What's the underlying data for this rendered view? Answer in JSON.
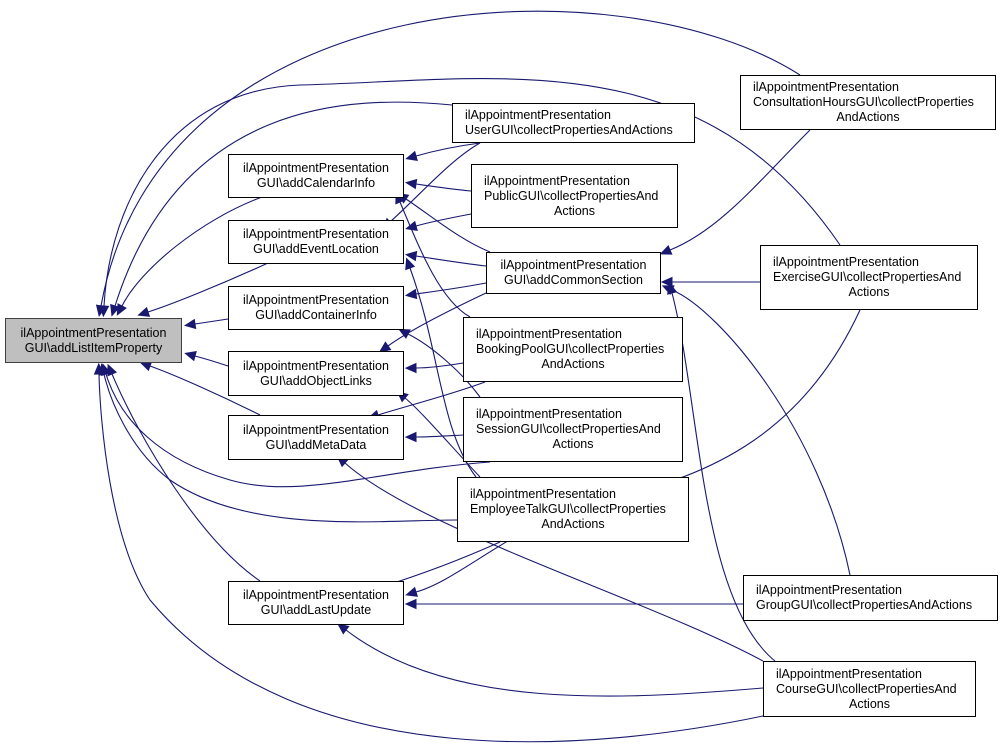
{
  "diagram": {
    "type": "call-graph",
    "colors": {
      "edge": "#191970",
      "root_fill": "#bfbfbf",
      "node_fill": "#ffffff",
      "border": "#000000"
    },
    "nodes": {
      "root": {
        "line1": "ilAppointmentPresentation",
        "line2": "GUI\\addListItemProperty",
        "line3": ""
      },
      "calendar": {
        "line1": "ilAppointmentPresentation",
        "line2": "GUI\\addCalendarInfo",
        "line3": ""
      },
      "event": {
        "line1": "ilAppointmentPresentation",
        "line2": "GUI\\addEventLocation",
        "line3": ""
      },
      "container": {
        "line1": "ilAppointmentPresentation",
        "line2": "GUI\\addContainerInfo",
        "line3": ""
      },
      "objlinks": {
        "line1": "ilAppointmentPresentation",
        "line2": "GUI\\addObjectLinks",
        "line3": ""
      },
      "meta": {
        "line1": "ilAppointmentPresentation",
        "line2": "GUI\\addMetaData",
        "line3": ""
      },
      "lastupdate": {
        "line1": "ilAppointmentPresentation",
        "line2": "GUI\\addLastUpdate",
        "line3": ""
      },
      "common": {
        "line1": "ilAppointmentPresentation",
        "line2": "GUI\\addCommonSection",
        "line3": ""
      },
      "user": {
        "line1": "ilAppointmentPresentation",
        "line2": "UserGUI\\collectPropertiesAndActions",
        "line3": ""
      },
      "public": {
        "line1": "ilAppointmentPresentation",
        "line2": "PublicGUI\\collectPropertiesAnd",
        "line3": "Actions"
      },
      "booking": {
        "line1": "ilAppointmentPresentation",
        "line2": "BookingPoolGUI\\collectProperties",
        "line3": "AndActions"
      },
      "session": {
        "line1": "ilAppointmentPresentation",
        "line2": "SessionGUI\\collectPropertiesAnd",
        "line3": "Actions"
      },
      "employee": {
        "line1": "ilAppointmentPresentation",
        "line2": "EmployeeTalkGUI\\collectProperties",
        "line3": "AndActions"
      },
      "consult": {
        "line1": "ilAppointmentPresentation",
        "line2": "ConsultationHoursGUI\\collectProperties",
        "line3": "AndActions"
      },
      "exercise": {
        "line1": "ilAppointmentPresentation",
        "line2": "ExerciseGUI\\collectPropertiesAnd",
        "line3": "Actions"
      },
      "group": {
        "line1": "ilAppointmentPresentation",
        "line2": "GroupGUI\\collectPropertiesAndActions",
        "line3": ""
      },
      "course": {
        "line1": "ilAppointmentPresentation",
        "line2": "CourseGUI\\collectPropertiesAnd",
        "line3": "Actions"
      }
    },
    "edges": [
      [
        "calendar",
        "root"
      ],
      [
        "event",
        "root"
      ],
      [
        "container",
        "root"
      ],
      [
        "objlinks",
        "root"
      ],
      [
        "meta",
        "root"
      ],
      [
        "lastupdate",
        "root"
      ],
      [
        "user",
        "root"
      ],
      [
        "consult",
        "root"
      ],
      [
        "exercise",
        "root"
      ],
      [
        "session",
        "root"
      ],
      [
        "employee",
        "root"
      ],
      [
        "course",
        "root"
      ],
      [
        "user",
        "calendar"
      ],
      [
        "public",
        "calendar"
      ],
      [
        "common",
        "calendar"
      ],
      [
        "booking",
        "calendar"
      ],
      [
        "user",
        "event"
      ],
      [
        "public",
        "event"
      ],
      [
        "common",
        "event"
      ],
      [
        "employee",
        "event"
      ],
      [
        "common",
        "container"
      ],
      [
        "session",
        "container"
      ],
      [
        "common",
        "objlinks"
      ],
      [
        "booking",
        "objlinks"
      ],
      [
        "employee",
        "objlinks"
      ],
      [
        "booking",
        "meta"
      ],
      [
        "session",
        "meta"
      ],
      [
        "course",
        "meta"
      ],
      [
        "employee",
        "lastupdate"
      ],
      [
        "exercise",
        "lastupdate"
      ],
      [
        "group",
        "lastupdate"
      ],
      [
        "course",
        "lastupdate"
      ],
      [
        "consult",
        "common"
      ],
      [
        "exercise",
        "common"
      ],
      [
        "group",
        "common"
      ],
      [
        "course",
        "common"
      ]
    ]
  }
}
